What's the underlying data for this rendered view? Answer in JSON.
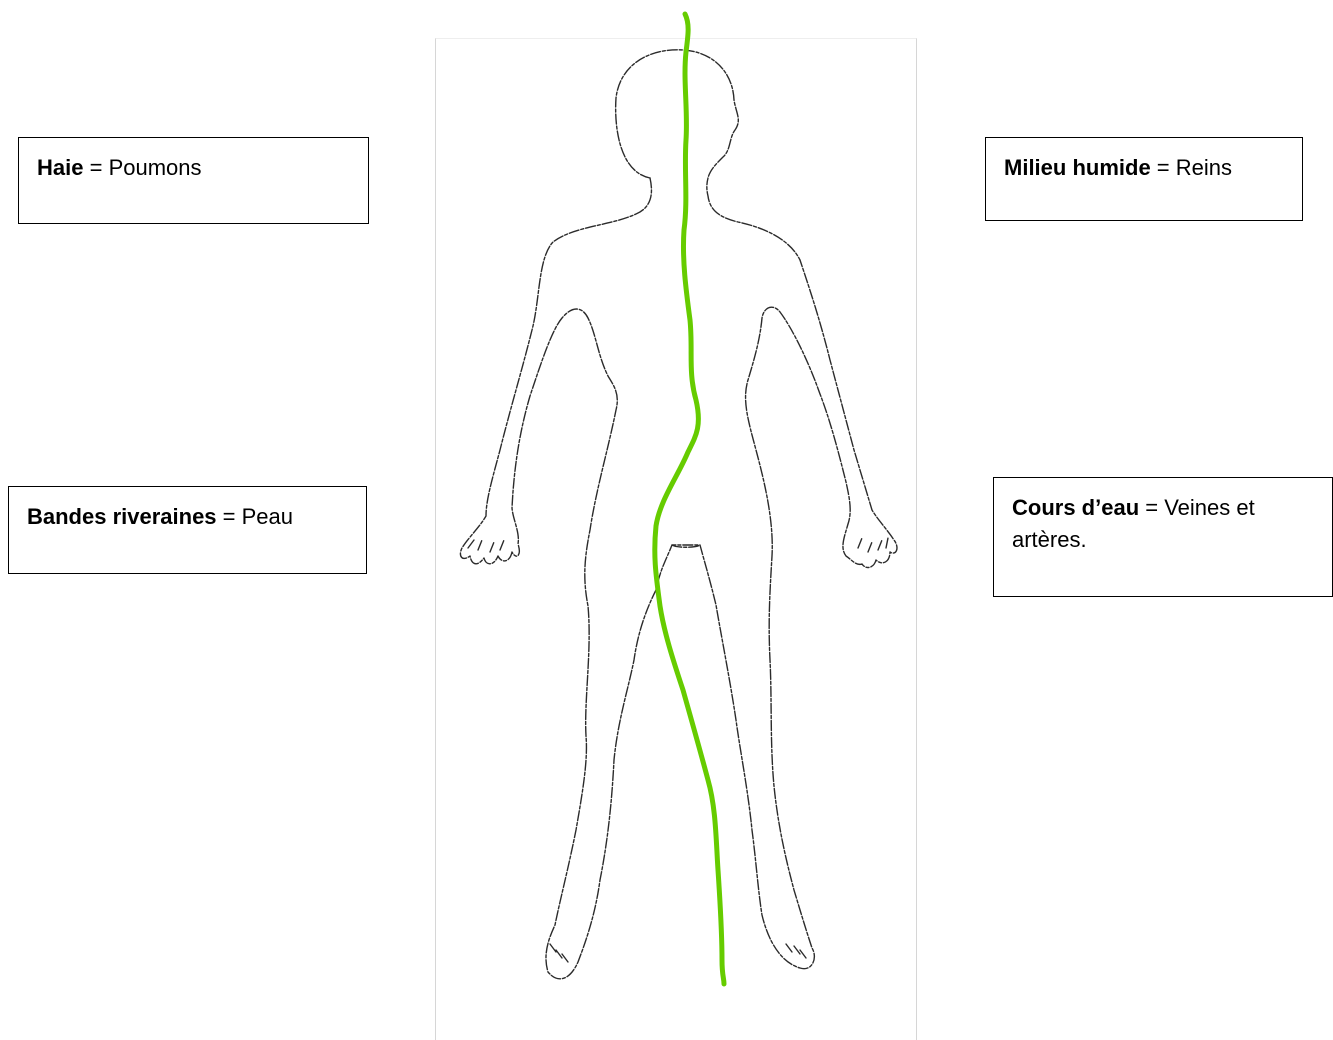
{
  "labels": {
    "haie": {
      "term": "Haie",
      "separator": " = ",
      "meaning": "Poumons"
    },
    "milieu_humide": {
      "term": "Milieu humide",
      "separator": " = ",
      "meaning": "Reins"
    },
    "bandes_riveraines": {
      "term": "Bandes riveraines",
      "separator": " = ",
      "meaning": "Peau"
    },
    "cours_deau": {
      "term": "Cours d’eau",
      "separator": " = ",
      "meaning": "Veines et artères."
    }
  },
  "colors": {
    "river_line": "#66cc00",
    "body_outline": "#2b2b2b",
    "box_border": "#000000"
  }
}
